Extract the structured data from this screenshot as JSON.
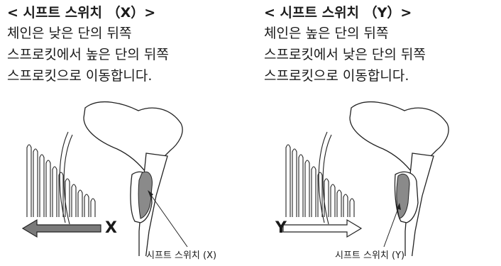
{
  "switch_x": {
    "title": "< 시프트 스위치 （X）>",
    "lines": [
      "체인은 낮은 단의 뒤쪽",
      "스프로킷에서 높은 단의 뒤쪽",
      "스프로킷으로 이동합니다."
    ],
    "caption": "시프트 스위치 (X)",
    "arrow_label": "X"
  },
  "switch_y": {
    "title": "< 시프트 스위치 （Y）>",
    "lines": [
      "체인은 높은 단의 뒤쪽",
      "스프로킷에서 낮은 단의 뒤쪽",
      "스프로킷으로 이동합니다."
    ],
    "caption": "시프트 스위치 (Y)",
    "arrow_label": "Y"
  },
  "colors": {
    "arrow_fill": "#7a7a7a",
    "switch_shade": "#8a8a8a"
  }
}
